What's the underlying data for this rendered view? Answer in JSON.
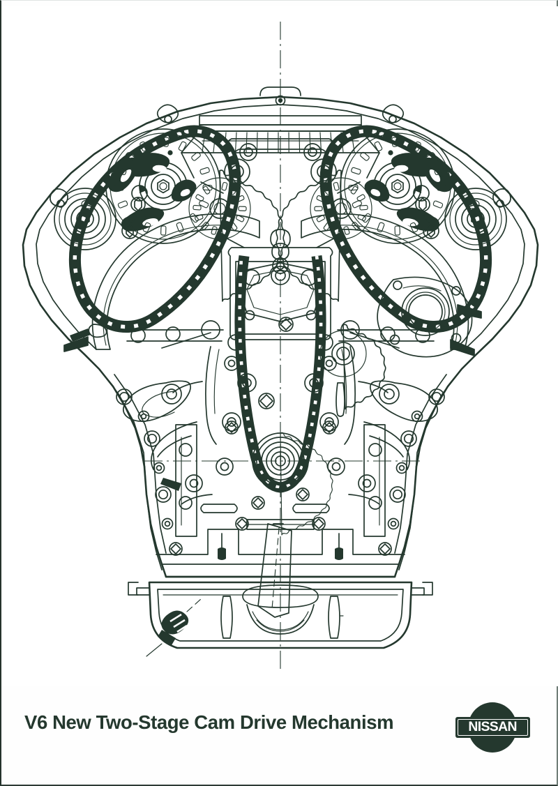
{
  "page": {
    "kind": "press-photo-scan",
    "background_color": "#fefefe",
    "ink_color": "#24382e",
    "border_color": "#25332c"
  },
  "caption": {
    "title": "V6 New Two-Stage Cam Drive Mechanism",
    "color": "#24382e"
  },
  "logo": {
    "brand": "NISSAN",
    "shape": "oval-with-bar",
    "color": "#24382e",
    "text_color": "#ffffff"
  },
  "diagram": {
    "subject": "Nissan V6 engine front view — two-stage cam drive (timing chain) mechanism",
    "view": "front elevation, cutaway line drawing",
    "ink_color": "#24382e",
    "center_axis_label": "vertical centerline (dash-dot)",
    "components": [
      {
        "name": "primary-timing-chain",
        "note": "solid black roller chain, large closed loop spanning both cylinder banks"
      },
      {
        "name": "left-bank-camshaft-sprocket",
        "note": "large sprocket with web cutouts, left cylinder head"
      },
      {
        "name": "right-bank-camshaft-sprocket",
        "note": "large sprocket with web cutouts, right cylinder head"
      },
      {
        "name": "left-secondary-cam-sprocket",
        "note": "smaller toothed gear meshing inboard of left cam sprocket"
      },
      {
        "name": "right-secondary-cam-sprocket",
        "note": "smaller toothed gear meshing inboard of right cam sprocket"
      },
      {
        "name": "left-idler-sprocket",
        "note": "lower-left concentric idler / chain guide wheel"
      },
      {
        "name": "right-idler-sprocket",
        "note": "lower-right concentric idler / chain guide wheel"
      },
      {
        "name": "crankshaft-sprocket",
        "note": "central lower sprocket, concentric rings, drives secondary chain loop"
      },
      {
        "name": "secondary-chain-loop",
        "note": "narrow vertical black chain loop from crank sprocket up the centerline"
      },
      {
        "name": "oil-pump-drive-gear",
        "note": "toothed gear right of centerline, mid-height"
      },
      {
        "name": "v-valley-housing",
        "note": "hexagonal bolted cover in the V between banks"
      },
      {
        "name": "intake-manifold-ribs",
        "note": "ribbed rectangular panel across the top center"
      },
      {
        "name": "cylinder-block-skirt",
        "note": "tapered block flanks with bolt bosses"
      },
      {
        "name": "oil-pan",
        "note": "wide sump at bottom with flanged rim"
      },
      {
        "name": "oil-pickup-tube",
        "note": "angled tube descending into the sump with strainer bell"
      },
      {
        "name": "oil-drain-plug",
        "note": "hatched plug at lower-left of the sump with leader line"
      },
      {
        "name": "water-pump-housing",
        "note": "circular bore with flange, lower-right"
      },
      {
        "name": "mounting-bosses",
        "note": "protruding cylindrical studs on the right flank"
      },
      {
        "name": "horizontal-centerline",
        "note": "dash-dot line through crankshaft axis"
      }
    ]
  }
}
